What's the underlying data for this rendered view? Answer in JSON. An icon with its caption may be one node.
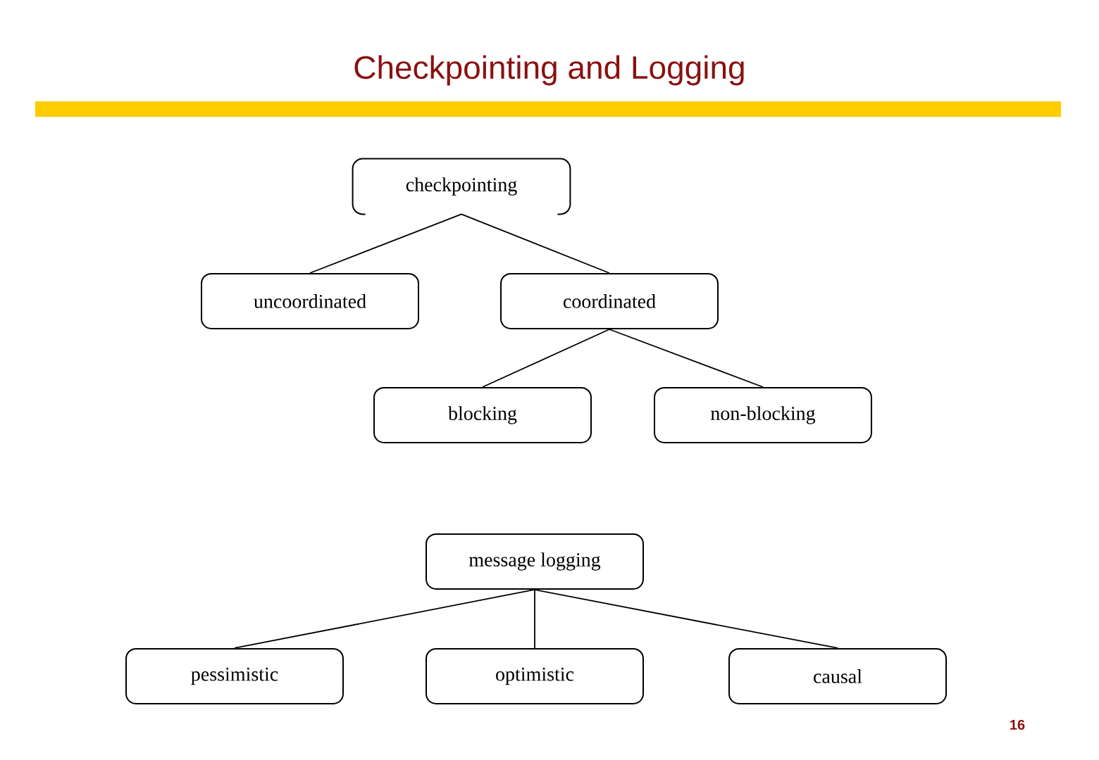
{
  "diagram": {
    "title": "Checkpointing and Logging",
    "nodes": [
      {
        "text": [
          "checkpointing"
        ]
      },
      {
        "text": [
          "uncoordinated"
        ]
      },
      {
        "text": [
          "coordinated"
        ]
      },
      {
        "text": [
          "blocking"
        ]
      },
      {
        "text": [
          "non-blocking"
        ]
      },
      {
        "text": [
          "message logging"
        ]
      },
      {
        "text": [
          "pessimistic"
        ]
      },
      {
        "text": [
          "optimistic"
        ]
      },
      {
        "text": [
          "causal"
        ]
      }
    ],
    "edges": [
      {
        "from": 0,
        "to": 1,
        "arrow": "none"
      },
      {
        "from": 0,
        "to": 2,
        "arrow": "none"
      },
      {
        "from": 2,
        "to": 3,
        "arrow": "none"
      },
      {
        "from": 2,
        "to": 4,
        "arrow": "none"
      },
      {
        "from": 5,
        "to": 6,
        "arrow": "none"
      },
      {
        "from": 5,
        "to": 7,
        "arrow": "none"
      },
      {
        "from": 5,
        "to": 8,
        "arrow": "none"
      }
    ],
    "labels": [
      "16"
    ]
  }
}
